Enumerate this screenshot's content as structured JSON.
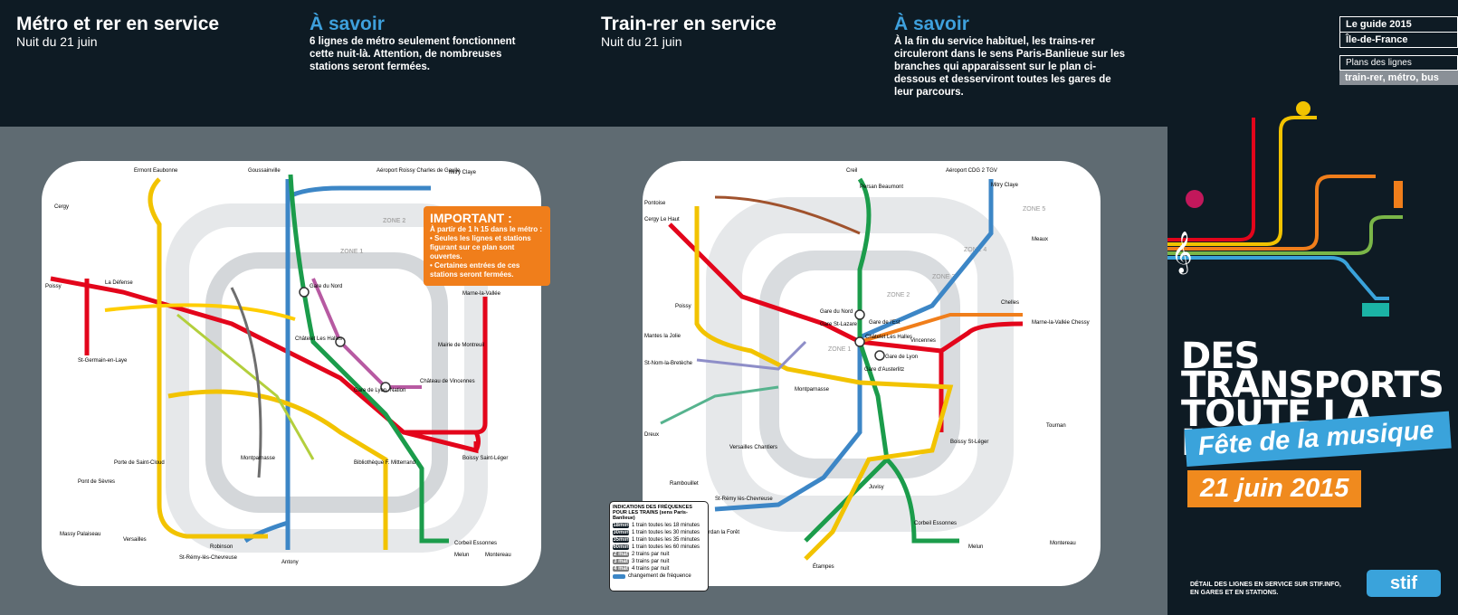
{
  "header": {
    "metro_title": "Métro et rer en service",
    "metro_sub": "Nuit du 21 juin",
    "savoir1_title": "À savoir",
    "savoir1_text": "6 lignes de métro seulement fonctionnent cette nuit-là. Attention, de nombreuses stations seront fermées.",
    "train_title": "Train-rer en service",
    "train_sub": "Nuit du 21 juin",
    "savoir2_title": "À savoir",
    "savoir2_text": "À la fin du service habituel, les trains-rer circuleront dans le sens Paris-Banlieue sur les branches qui apparaissent sur le plan ci-dessous et desserviront toutes les gares de leur parcours."
  },
  "guide": {
    "line1": "Le guide 2015",
    "line2": "Île-de-France",
    "plans": "Plans des lignes",
    "plans_sub": "train-rer, métro, bus"
  },
  "poster": {
    "big1": "DES",
    "big2": "TRANSPORTS",
    "big3": "TOUTE LA NUIT",
    "fete": "Fête de la musique",
    "date": "21 juin 2015",
    "footer1": "DÉTAIL DES LIGNES EN SERVICE SUR STIF.INFO,",
    "footer2": "EN GARES ET EN STATIONS.",
    "logo": "stif"
  },
  "important": {
    "title": "IMPORTANT :",
    "intro": "À partir de 1 h 15 dans le métro :",
    "b1": "• Seules les lignes et stations figurant sur ce plan sont ouvertes.",
    "b2": "• Certaines entrées de ces stations seront fermées."
  },
  "legend": {
    "title": "INDICATIONS DES FRÉQUENCES POUR LES TRAINS (sens Paris-Banlieue)",
    "r1t": "18min",
    "r1": "1 train toutes les 18 minutes",
    "r2t": "30min",
    "r2": "1 train toutes les 30 minutes",
    "r3t": "35min",
    "r3": "1 train toutes les 35 minutes",
    "r4t": "60min",
    "r4": "1 train toutes les 60 minutes",
    "r5t": "2 mat",
    "r5": "2 trains par nuit",
    "r6t": "3 mat",
    "r6": "3 trains par nuit",
    "r7t": "4 mat",
    "r7": "4 trains par nuit",
    "r8": "changement de fréquence"
  },
  "metro_labels": {
    "zone1": "ZONE 1",
    "zone2": "ZONE 2",
    "s1": "Goussainville",
    "s2": "Aéroport Roissy Charles de Gaulle",
    "s3": "Mitry Claye",
    "s4": "Ermont Eaubonne",
    "s5": "Cergy",
    "s6": "Poissy",
    "s7": "La Défense",
    "s8": "Gare du Nord",
    "s9": "Châtelet Les Halles",
    "s10": "Gare de Lyon",
    "s11": "Nation",
    "s12": "Marne-la-Vallée",
    "s13": "Boissy Saint-Léger",
    "s14": "Massy Palaiseau",
    "s15": "Robinson",
    "s16": "St-Rémy-lès-Chevreuse",
    "s17": "Corbeil Essonnes",
    "s18": "Melun",
    "s19": "Montereau",
    "s20": "Pont de Sèvres",
    "s21": "Mairie de Montreuil",
    "s22": "Château de Vincennes",
    "s23": "Antony",
    "s24": "Versailles",
    "s25": "St-Germain-en-Laye",
    "s26": "Porte de Saint-Cloud",
    "s27": "Bibliothèque F. Mitterrand",
    "s28": "Montparnasse"
  },
  "train_labels": {
    "zone1": "ZONE 1",
    "zone2": "ZONE 2",
    "zone3": "ZONE 3",
    "zone4": "ZONE 4",
    "zone5": "ZONE 5",
    "s1": "Creil",
    "s2": "Persan Beaumont",
    "s3": "Aéroport CDG 2 TGV",
    "s4": "Mitry Claye",
    "s5": "Pontoise",
    "s6": "Cergy Le Haut",
    "s7": "Poissy",
    "s8": "Mantes la Jolie",
    "s9": "St-Nom-la-Bretèche",
    "s10": "Dreux",
    "s11": "Rambouillet",
    "s12": "St-Rémy lès-Chevreuse",
    "s13": "Dourdan la Forêt",
    "s14": "Étampes",
    "s15": "Melun",
    "s16": "Montereau",
    "s17": "Corbeil Essonnes",
    "s18": "Boissy St-Léger",
    "s19": "Tournan",
    "s20": "Marne-la-Vallée Chessy",
    "s21": "Meaux",
    "s22": "Gare du Nord",
    "s23": "Châtelet Les Halles",
    "s24": "Gare de Lyon",
    "s25": "Gare St-Lazare",
    "s26": "Gare de l'Est",
    "s27": "Gare d'Austerlitz",
    "s28": "Montparnasse",
    "s29": "Versailles Chantiers",
    "s30": "Juvisy",
    "s31": "Vincennes",
    "s32": "Chelles"
  },
  "colors": {
    "rerA": "#e3051b",
    "rerB": "#3c86c6",
    "rerC": "#f2c300",
    "rerD": "#1b9c4b",
    "rerE": "#b75aa2",
    "orange": "#f07e1b",
    "stif": "#3aa3db"
  }
}
